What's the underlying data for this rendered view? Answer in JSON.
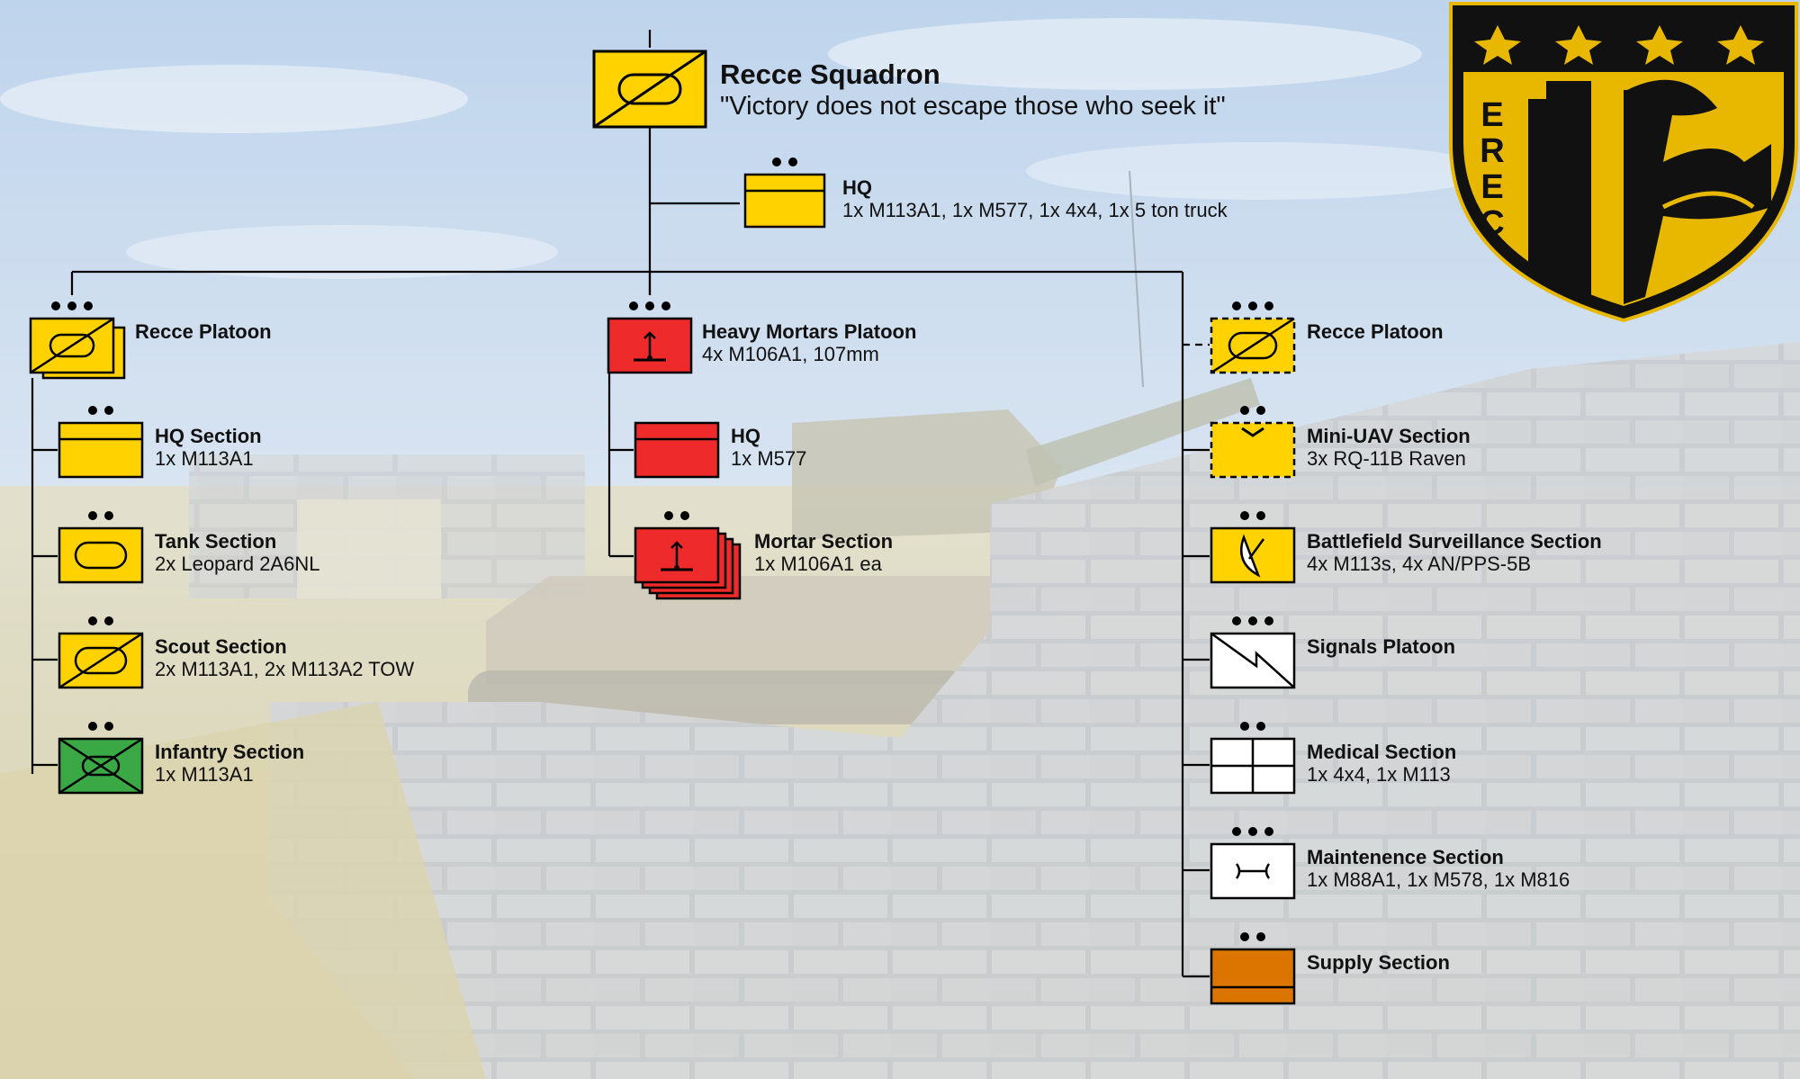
{
  "colors": {
    "friendly_yellow": "#ffd200",
    "mortar_red": "#ee2a2a",
    "infantry_green": "#39a845",
    "supply_orange": "#db7500",
    "signal_white": "#ffffff",
    "line": "#000000",
    "emblem_black": "#111111",
    "emblem_gold": "#e8b800"
  },
  "emblem": {
    "letters": "EREC",
    "icon": "eagle-crest-icon",
    "stars": 4
  },
  "squadron": {
    "title": "Recce Squadron",
    "motto": "\"Victory does not escape those who seek it\"",
    "icon": "recon-squadron-icon"
  },
  "hq": {
    "title": "HQ",
    "equipment": "1x M113A1, 1x M577, 1x 4x4, 1x 5 ton truck",
    "icon": "headquarters-icon"
  },
  "left_column": {
    "platoon": {
      "title": "Recce Platoon",
      "icon": "recon-platoon-stack-icon"
    },
    "sections": [
      {
        "title": "HQ Section",
        "equipment": "1x M113A1",
        "icon": "headquarters-icon",
        "color": "#ffd200"
      },
      {
        "title": "Tank Section",
        "equipment": "2x Leopard 2A6NL",
        "icon": "armor-icon",
        "color": "#ffd200"
      },
      {
        "title": "Scout Section",
        "equipment": "2x M113A1, 2x M113A2 TOW",
        "icon": "recon-icon",
        "color": "#ffd200"
      },
      {
        "title": "Infantry Section",
        "equipment": "1x M113A1",
        "icon": "mechanized-infantry-icon",
        "color": "#39a845"
      }
    ]
  },
  "center_column": {
    "platoon": {
      "title": "Heavy Mortars Platoon",
      "equipment": "4x M106A1, 107mm",
      "icon": "mortar-icon"
    },
    "sections": [
      {
        "title": "HQ",
        "equipment": "1x M577",
        "icon": "headquarters-icon"
      },
      {
        "title": "Mortar Section",
        "equipment": "1x M106A1 ea",
        "icon": "mortar-stack-icon"
      }
    ]
  },
  "right_column": {
    "platoon": {
      "title": "Recce Platoon",
      "icon": "recon-platoon-dashed-icon"
    },
    "sections": [
      {
        "title": "Mini-UAV Section",
        "equipment": "3x RQ-11B Raven",
        "icon": "uav-icon"
      },
      {
        "title": "Battlefield Surveillance Section",
        "equipment": "4x M113s, 4x AN/PPS-5B",
        "icon": "radar-icon"
      },
      {
        "title": "Signals Platoon",
        "equipment": "",
        "icon": "signals-icon"
      },
      {
        "title": "Medical Section",
        "equipment": "1x 4x4, 1x M113",
        "icon": "medical-icon"
      },
      {
        "title": "Maintenence Section",
        "equipment": "1x M88A1, 1x M578, 1x M816",
        "icon": "maintenance-icon"
      },
      {
        "title": "Supply Section",
        "equipment": "",
        "icon": "supply-icon"
      }
    ]
  }
}
